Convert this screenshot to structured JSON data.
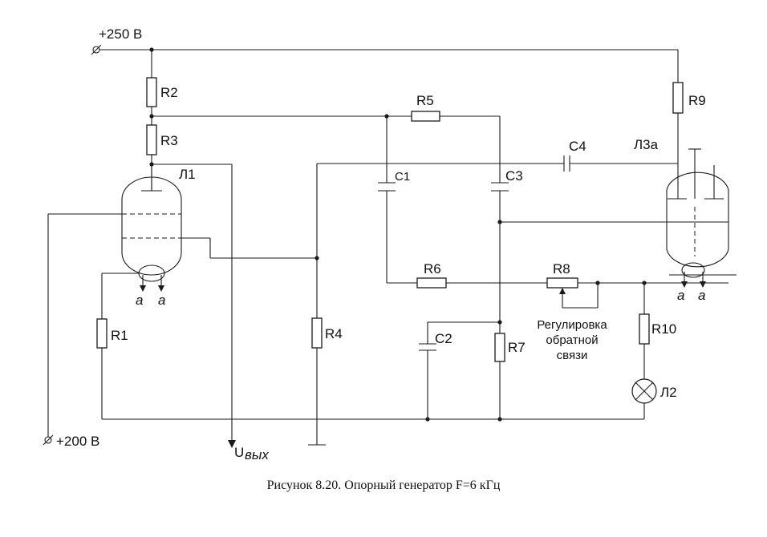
{
  "labels": {
    "supply_250": "+250 В",
    "supply_200": "+200 В",
    "output": "U",
    "output_sub": "вых",
    "tube1": "Л1",
    "tube3": "Л3а",
    "lamp2": "Л2",
    "R1": "R1",
    "R2": "R2",
    "R3": "R3",
    "R4": "R4",
    "R5": "R5",
    "R6": "R6",
    "R7": "R7",
    "R8": "R8",
    "R9": "R9",
    "R10": "R10",
    "C1": "С1",
    "C2": "С2",
    "C3": "С3",
    "C4": "С4",
    "heater_a": "a",
    "feedback_line1": "Регулировка",
    "feedback_line2": "обратной",
    "feedback_line3": "связи"
  },
  "caption": "Рисунок 8.20. Опорный генератор F=6 кГц"
}
